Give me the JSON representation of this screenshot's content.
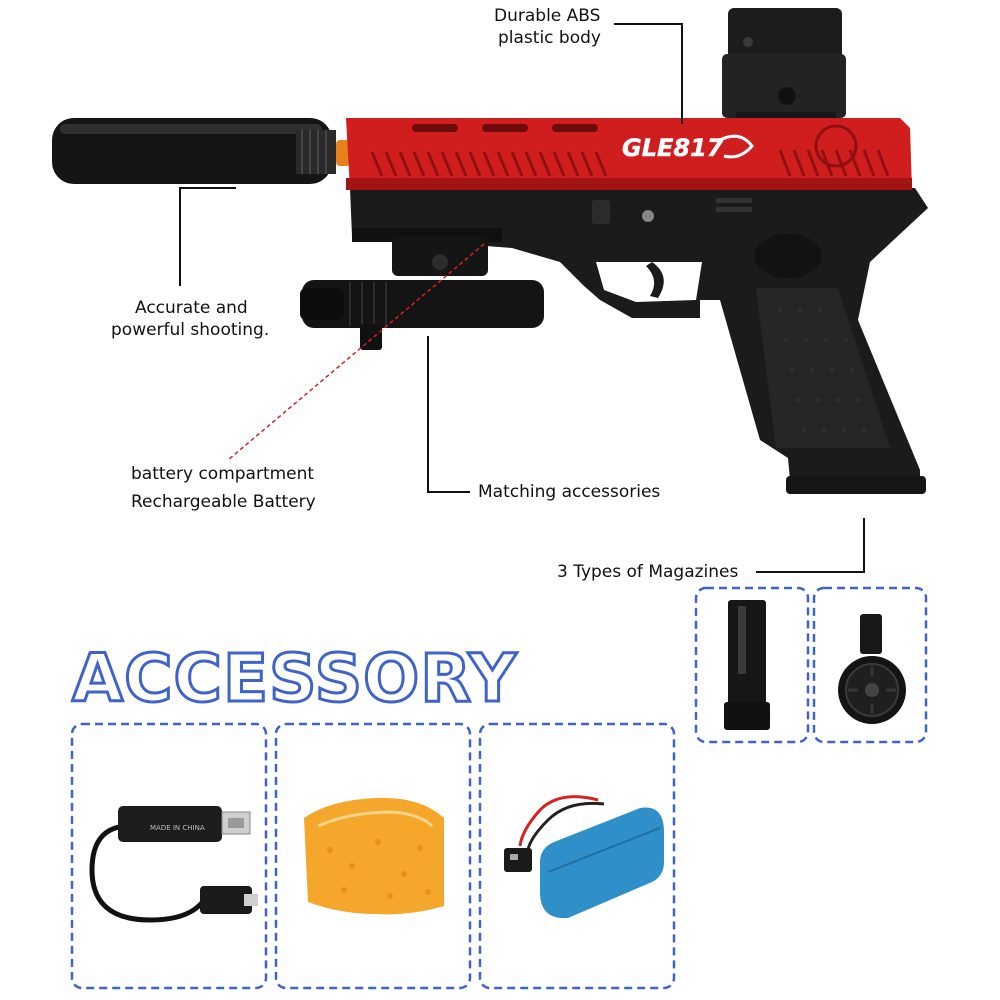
{
  "product": {
    "brand_marking": "GLE817"
  },
  "callouts": {
    "body_material": [
      "Durable ABS",
      "plastic body"
    ],
    "shooting": [
      "Accurate and",
      "powerful shooting."
    ],
    "battery": [
      "battery compartment",
      "Rechargeable Battery"
    ],
    "accessories": "Matching accessories",
    "magazines": "3 Types of Magazines"
  },
  "accessory_section": {
    "title": "ACCESSORY",
    "items": [
      {
        "name": "usb-charging-cable",
        "printed_text": "MADE IN CHINA"
      },
      {
        "name": "gel-ball-pack"
      },
      {
        "name": "rechargeable-battery"
      }
    ]
  },
  "magazines": [
    {
      "name": "straight-magazine"
    },
    {
      "name": "drum-magazine"
    }
  ],
  "colors": {
    "slide": "#d01e1e",
    "frame": "#1b1b1b",
    "box_border": "#3f63c8",
    "laser": "#d52121",
    "gel_balls": "#f4a72a",
    "battery_cell": "#2f90c9"
  }
}
